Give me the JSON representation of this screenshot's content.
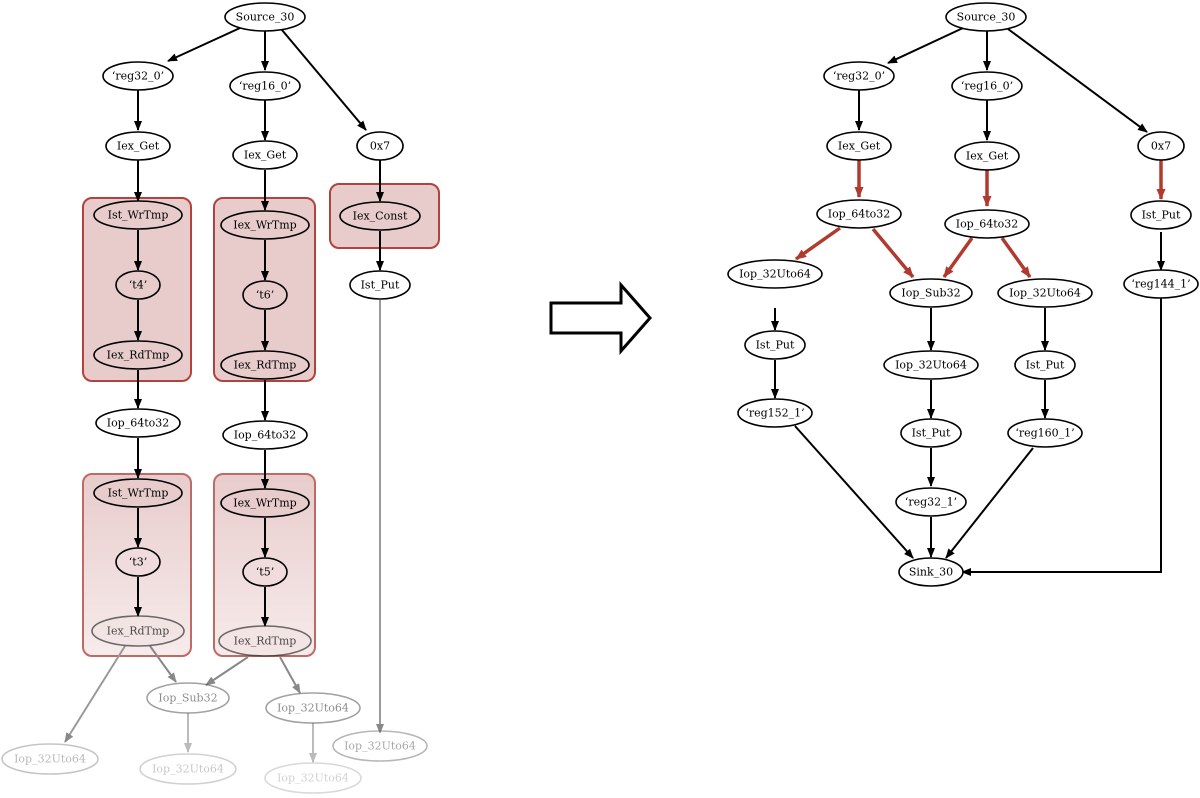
{
  "colors": {
    "edge": "#000000",
    "highlight_edge": "#b03a2e",
    "region_fill": "#e8cccc",
    "region_stroke": "#b5413c"
  },
  "left_graph": {
    "nodes": {
      "source": "Source_30",
      "reg32_0": "‘reg32_0’",
      "reg16_0": "‘reg16_0’",
      "const_0x7": "0x7",
      "iex_get_a": "Iex_Get",
      "iex_get_b": "Iex_Get",
      "ist_wrtmp_a": "Ist_WrTmp",
      "iex_wrtmp_b": "Iex_WrTmp",
      "iex_const": "Iex_Const",
      "t4": "‘t4’",
      "t6": "‘t6’",
      "ist_put_c": "Ist_Put",
      "iex_rdtmp_a": "Iex_RdTmp",
      "iex_rdtmp_b": "Iex_RdTmp",
      "iop_64to32_a": "Iop_64to32",
      "iop_64to32_b": "Iop_64to32",
      "ist_wrtmp_c": "Ist_WrTmp",
      "iex_wrtmp_d": "Iex_WrTmp",
      "t3": "‘t3’",
      "t5": "‘t5’",
      "iex_rdtmp_c": "Iex_RdTmp",
      "iex_rdtmp_d": "Iex_RdTmp",
      "iop_sub32": "Iop_Sub32",
      "iop_32uto64_a": "Iop_32Uto64",
      "iop_32uto64_b": "Iop_32Uto64",
      "iop_32uto64_c": "Iop_32Uto64",
      "iop_32uto64_d": "Iop_32Uto64"
    }
  },
  "right_graph": {
    "nodes": {
      "source": "Source_30",
      "reg32_0": "‘reg32_0’",
      "reg16_0": "‘reg16_0’",
      "const_0x7": "0x7",
      "iex_get_a": "Iex_Get",
      "iex_get_b": "Iex_Get",
      "iop_64to32_a": "Iop_64to32",
      "iop_64to32_b": "Iop_64to32",
      "ist_put_r": "Ist_Put",
      "iop_32uto64_a": "Iop_32Uto64",
      "iop_sub32": "Iop_Sub32",
      "iop_32uto64_b": "Iop_32Uto64",
      "reg144_1": "‘reg144_1’",
      "ist_put_a": "Ist_Put",
      "iop_32uto64_c": "Iop_32Uto64",
      "ist_put_b": "Ist_Put",
      "reg152_1": "‘reg152_1’",
      "ist_put_c": "Ist_Put",
      "reg160_1": "‘reg160_1’",
      "reg32_1": "‘reg32_1’",
      "sink": "Sink_30"
    }
  },
  "transform_arrow": "right-arrow-outline"
}
